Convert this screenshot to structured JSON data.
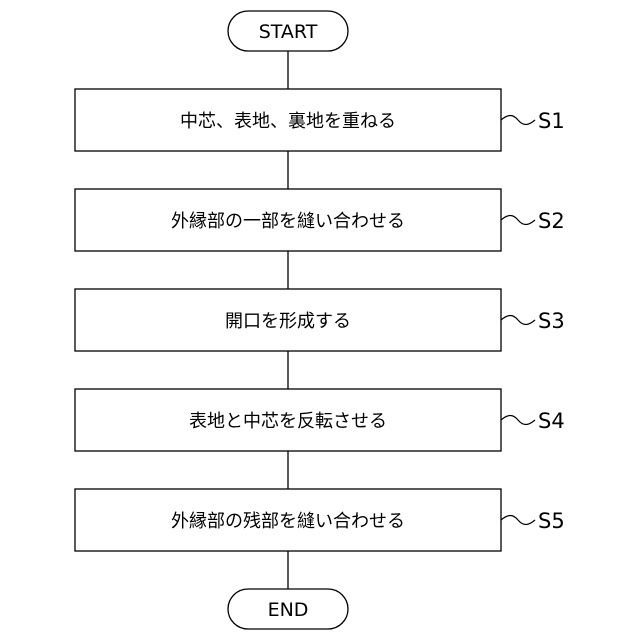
{
  "flowchart": {
    "start": "START",
    "end": "END",
    "steps": [
      {
        "id": "S1",
        "text": "中芯、表地、裏地を重ねる"
      },
      {
        "id": "S2",
        "text": "外縁部の一部を縫い合わせる"
      },
      {
        "id": "S3",
        "text": "開口を形成する"
      },
      {
        "id": "S4",
        "text": "表地と中芯を反転させる"
      },
      {
        "id": "S5",
        "text": "外縁部の残部を縫い合わせる"
      }
    ],
    "colors": {
      "stroke": "#000000",
      "fill": "#ffffff",
      "text": "#000000"
    }
  }
}
